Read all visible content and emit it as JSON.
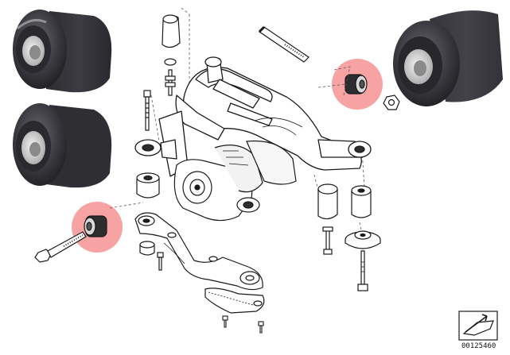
{
  "diagram": {
    "reference_number": "00125460",
    "highlight_color": "#f7a3a3",
    "line_color": "#1a1a1a",
    "part_fill": "#ffffff",
    "rubber_color": "#2b2b2f",
    "icons": [
      "bushing-photo",
      "subframe-drawing",
      "car-corner-icon"
    ]
  }
}
